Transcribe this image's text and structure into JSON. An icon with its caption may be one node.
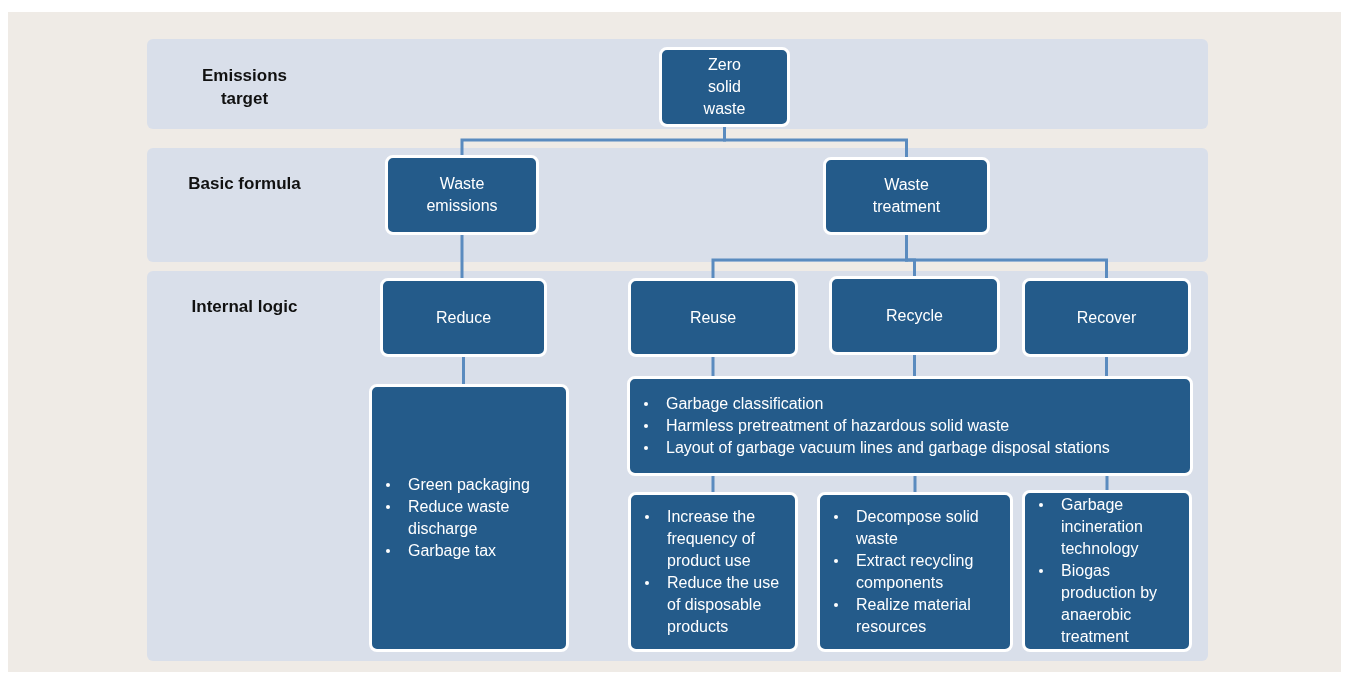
{
  "diagram": {
    "nodes": [
      {
        "text": [
          "Emissions target"
        ]
      },
      {
        "text": [
          "Zero solid waste"
        ],
        "in": 0
      },
      {
        "text": [
          "Basic formula"
        ]
      },
      {
        "text": [
          "Waste emissions"
        ],
        "in": 2
      },
      {
        "text": [
          "Waste treatment"
        ],
        "in": 2
      },
      {
        "text": [
          "Internal logic"
        ]
      },
      {
        "text": [
          "Reduce"
        ],
        "in": 5
      },
      {
        "text": [
          "Reuse"
        ],
        "in": 5
      },
      {
        "text": [
          "Recycle"
        ],
        "in": 5
      },
      {
        "text": [
          "Recover"
        ],
        "in": 5
      },
      {
        "text": [
          "Green packaging",
          "Reduce waste discharge",
          "Garbage tax"
        ],
        "in": 5
      },
      {
        "text": [
          "Garbage classification",
          "Harmless pretreatment of hazardous solid waste",
          "Layout of garbage vacuum lines and garbage disposal stations"
        ],
        "in": 5
      },
      {
        "text": [
          "Increase the frequency of product use",
          "Reduce the use of disposable products"
        ],
        "in": 5
      },
      {
        "text": [
          "Decompose solid waste",
          "Extract recycling components",
          "Realize material resources"
        ],
        "in": 5
      },
      {
        "text": [
          "Garbage incineration technology",
          "Biogas production by anaerobic treatment"
        ],
        "in": 5
      }
    ],
    "edges": [
      {
        "from": 1,
        "to": 3,
        "arrow": "none"
      },
      {
        "from": 1,
        "to": 4,
        "arrow": "none"
      },
      {
        "from": 3,
        "to": 6,
        "arrow": "none"
      },
      {
        "from": 4,
        "to": 7,
        "arrow": "none"
      },
      {
        "from": 4,
        "to": 8,
        "arrow": "none"
      },
      {
        "from": 4,
        "to": 9,
        "arrow": "none"
      },
      {
        "from": 6,
        "to": 10,
        "arrow": "none"
      },
      {
        "from": 7,
        "to": 11,
        "arrow": "none"
      },
      {
        "from": 8,
        "to": 11,
        "arrow": "none"
      },
      {
        "from": 9,
        "to": 11,
        "arrow": "none"
      },
      {
        "from": 11,
        "to": 12,
        "arrow": "none"
      },
      {
        "from": 11,
        "to": 13,
        "arrow": "none"
      },
      {
        "from": 11,
        "to": 14,
        "arrow": "none"
      }
    ]
  }
}
